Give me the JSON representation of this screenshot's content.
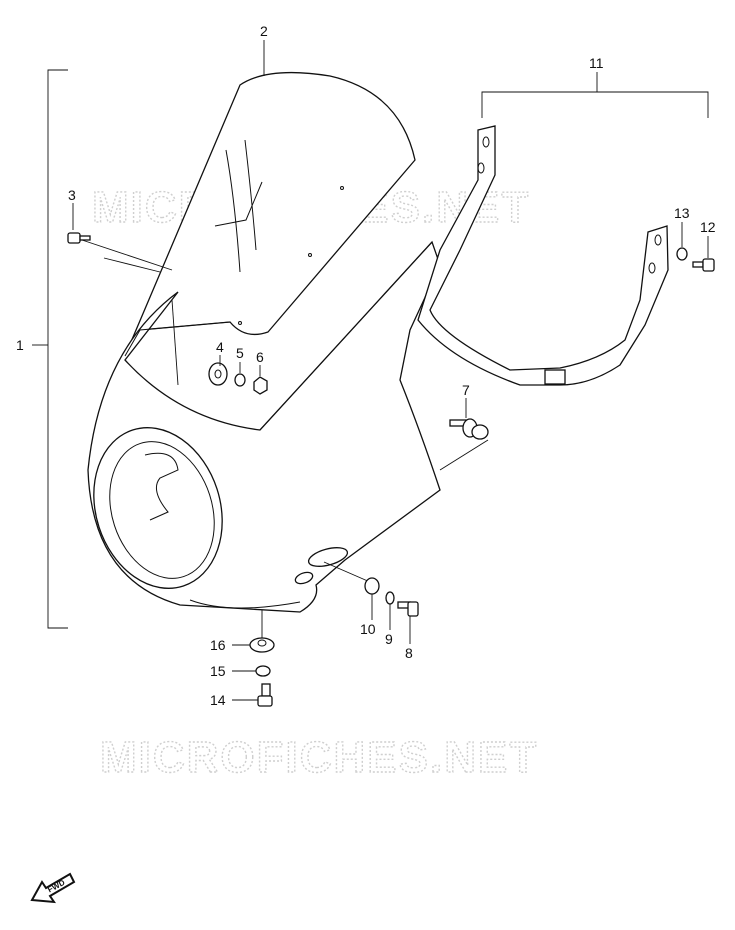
{
  "watermark": {
    "text": "MICROFICHES.NET"
  },
  "fwd_label": "FWD",
  "callouts": [
    {
      "id": "1",
      "label": "1"
    },
    {
      "id": "2",
      "label": "2"
    },
    {
      "id": "3",
      "label": "3"
    },
    {
      "id": "4",
      "label": "4"
    },
    {
      "id": "5",
      "label": "5"
    },
    {
      "id": "6",
      "label": "6"
    },
    {
      "id": "7",
      "label": "7"
    },
    {
      "id": "8",
      "label": "8"
    },
    {
      "id": "9",
      "label": "9"
    },
    {
      "id": "10",
      "label": "10"
    },
    {
      "id": "11",
      "label": "11"
    },
    {
      "id": "12",
      "label": "12"
    },
    {
      "id": "13",
      "label": "13"
    },
    {
      "id": "14",
      "label": "14"
    },
    {
      "id": "15",
      "label": "15"
    },
    {
      "id": "16",
      "label": "16"
    }
  ]
}
